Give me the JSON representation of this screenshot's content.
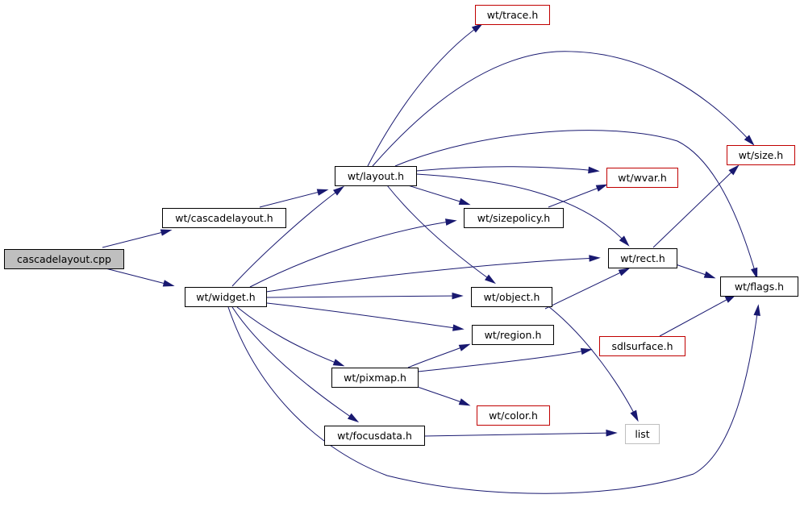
{
  "colors": {
    "edge": "#191970",
    "border_default": "#000000",
    "border_external": "#c00000",
    "border_system": "#bfbfbf",
    "root_fill": "#bfbfbf",
    "node_fill": "#ffffff",
    "text": "#000000"
  },
  "nodes": [
    {
      "id": "cascadelayout_cpp",
      "label": "cascadelayout.cpp",
      "style": "root"
    },
    {
      "id": "wt_cascadelayout_h",
      "label": "wt/cascadelayout.h",
      "style": "default"
    },
    {
      "id": "wt_widget_h",
      "label": "wt/widget.h",
      "style": "default"
    },
    {
      "id": "wt_layout_h",
      "label": "wt/layout.h",
      "style": "default"
    },
    {
      "id": "wt_trace_h",
      "label": "wt/trace.h",
      "style": "external"
    },
    {
      "id": "wt_size_h",
      "label": "wt/size.h",
      "style": "external"
    },
    {
      "id": "wt_wvar_h",
      "label": "wt/wvar.h",
      "style": "external"
    },
    {
      "id": "wt_sizepolicy_h",
      "label": "wt/sizepolicy.h",
      "style": "default"
    },
    {
      "id": "wt_rect_h",
      "label": "wt/rect.h",
      "style": "default"
    },
    {
      "id": "wt_flags_h",
      "label": "wt/flags.h",
      "style": "default"
    },
    {
      "id": "wt_object_h",
      "label": "wt/object.h",
      "style": "default"
    },
    {
      "id": "wt_region_h",
      "label": "wt/region.h",
      "style": "default"
    },
    {
      "id": "sdlsurface_h",
      "label": "sdlsurface.h",
      "style": "external"
    },
    {
      "id": "wt_pixmap_h",
      "label": "wt/pixmap.h",
      "style": "default"
    },
    {
      "id": "wt_color_h",
      "label": "wt/color.h",
      "style": "external"
    },
    {
      "id": "wt_focusdata_h",
      "label": "wt/focusdata.h",
      "style": "default"
    },
    {
      "id": "list",
      "label": "list",
      "style": "system"
    }
  ],
  "edges": [
    {
      "from": "cascadelayout_cpp",
      "to": "wt_cascadelayout_h"
    },
    {
      "from": "cascadelayout_cpp",
      "to": "wt_widget_h"
    },
    {
      "from": "wt_cascadelayout_h",
      "to": "wt_layout_h"
    },
    {
      "from": "wt_widget_h",
      "to": "wt_layout_h"
    },
    {
      "from": "wt_widget_h",
      "to": "wt_sizepolicy_h"
    },
    {
      "from": "wt_widget_h",
      "to": "wt_rect_h"
    },
    {
      "from": "wt_widget_h",
      "to": "wt_object_h"
    },
    {
      "from": "wt_widget_h",
      "to": "wt_region_h"
    },
    {
      "from": "wt_widget_h",
      "to": "wt_pixmap_h"
    },
    {
      "from": "wt_widget_h",
      "to": "wt_focusdata_h"
    },
    {
      "from": "wt_widget_h",
      "to": "wt_flags_h"
    },
    {
      "from": "wt_layout_h",
      "to": "wt_trace_h"
    },
    {
      "from": "wt_layout_h",
      "to": "wt_size_h"
    },
    {
      "from": "wt_layout_h",
      "to": "wt_flags_h"
    },
    {
      "from": "wt_layout_h",
      "to": "wt_wvar_h"
    },
    {
      "from": "wt_layout_h",
      "to": "wt_rect_h"
    },
    {
      "from": "wt_layout_h",
      "to": "wt_sizepolicy_h"
    },
    {
      "from": "wt_layout_h",
      "to": "wt_object_h"
    },
    {
      "from": "wt_sizepolicy_h",
      "to": "wt_wvar_h"
    },
    {
      "from": "wt_rect_h",
      "to": "wt_size_h"
    },
    {
      "from": "wt_rect_h",
      "to": "wt_flags_h"
    },
    {
      "from": "wt_object_h",
      "to": "wt_rect_h"
    },
    {
      "from": "wt_object_h",
      "to": "list"
    },
    {
      "from": "sdlsurface_h",
      "to": "wt_flags_h"
    },
    {
      "from": "wt_pixmap_h",
      "to": "wt_region_h"
    },
    {
      "from": "wt_pixmap_h",
      "to": "sdlsurface_h"
    },
    {
      "from": "wt_pixmap_h",
      "to": "wt_color_h"
    },
    {
      "from": "wt_focusdata_h",
      "to": "list"
    }
  ]
}
